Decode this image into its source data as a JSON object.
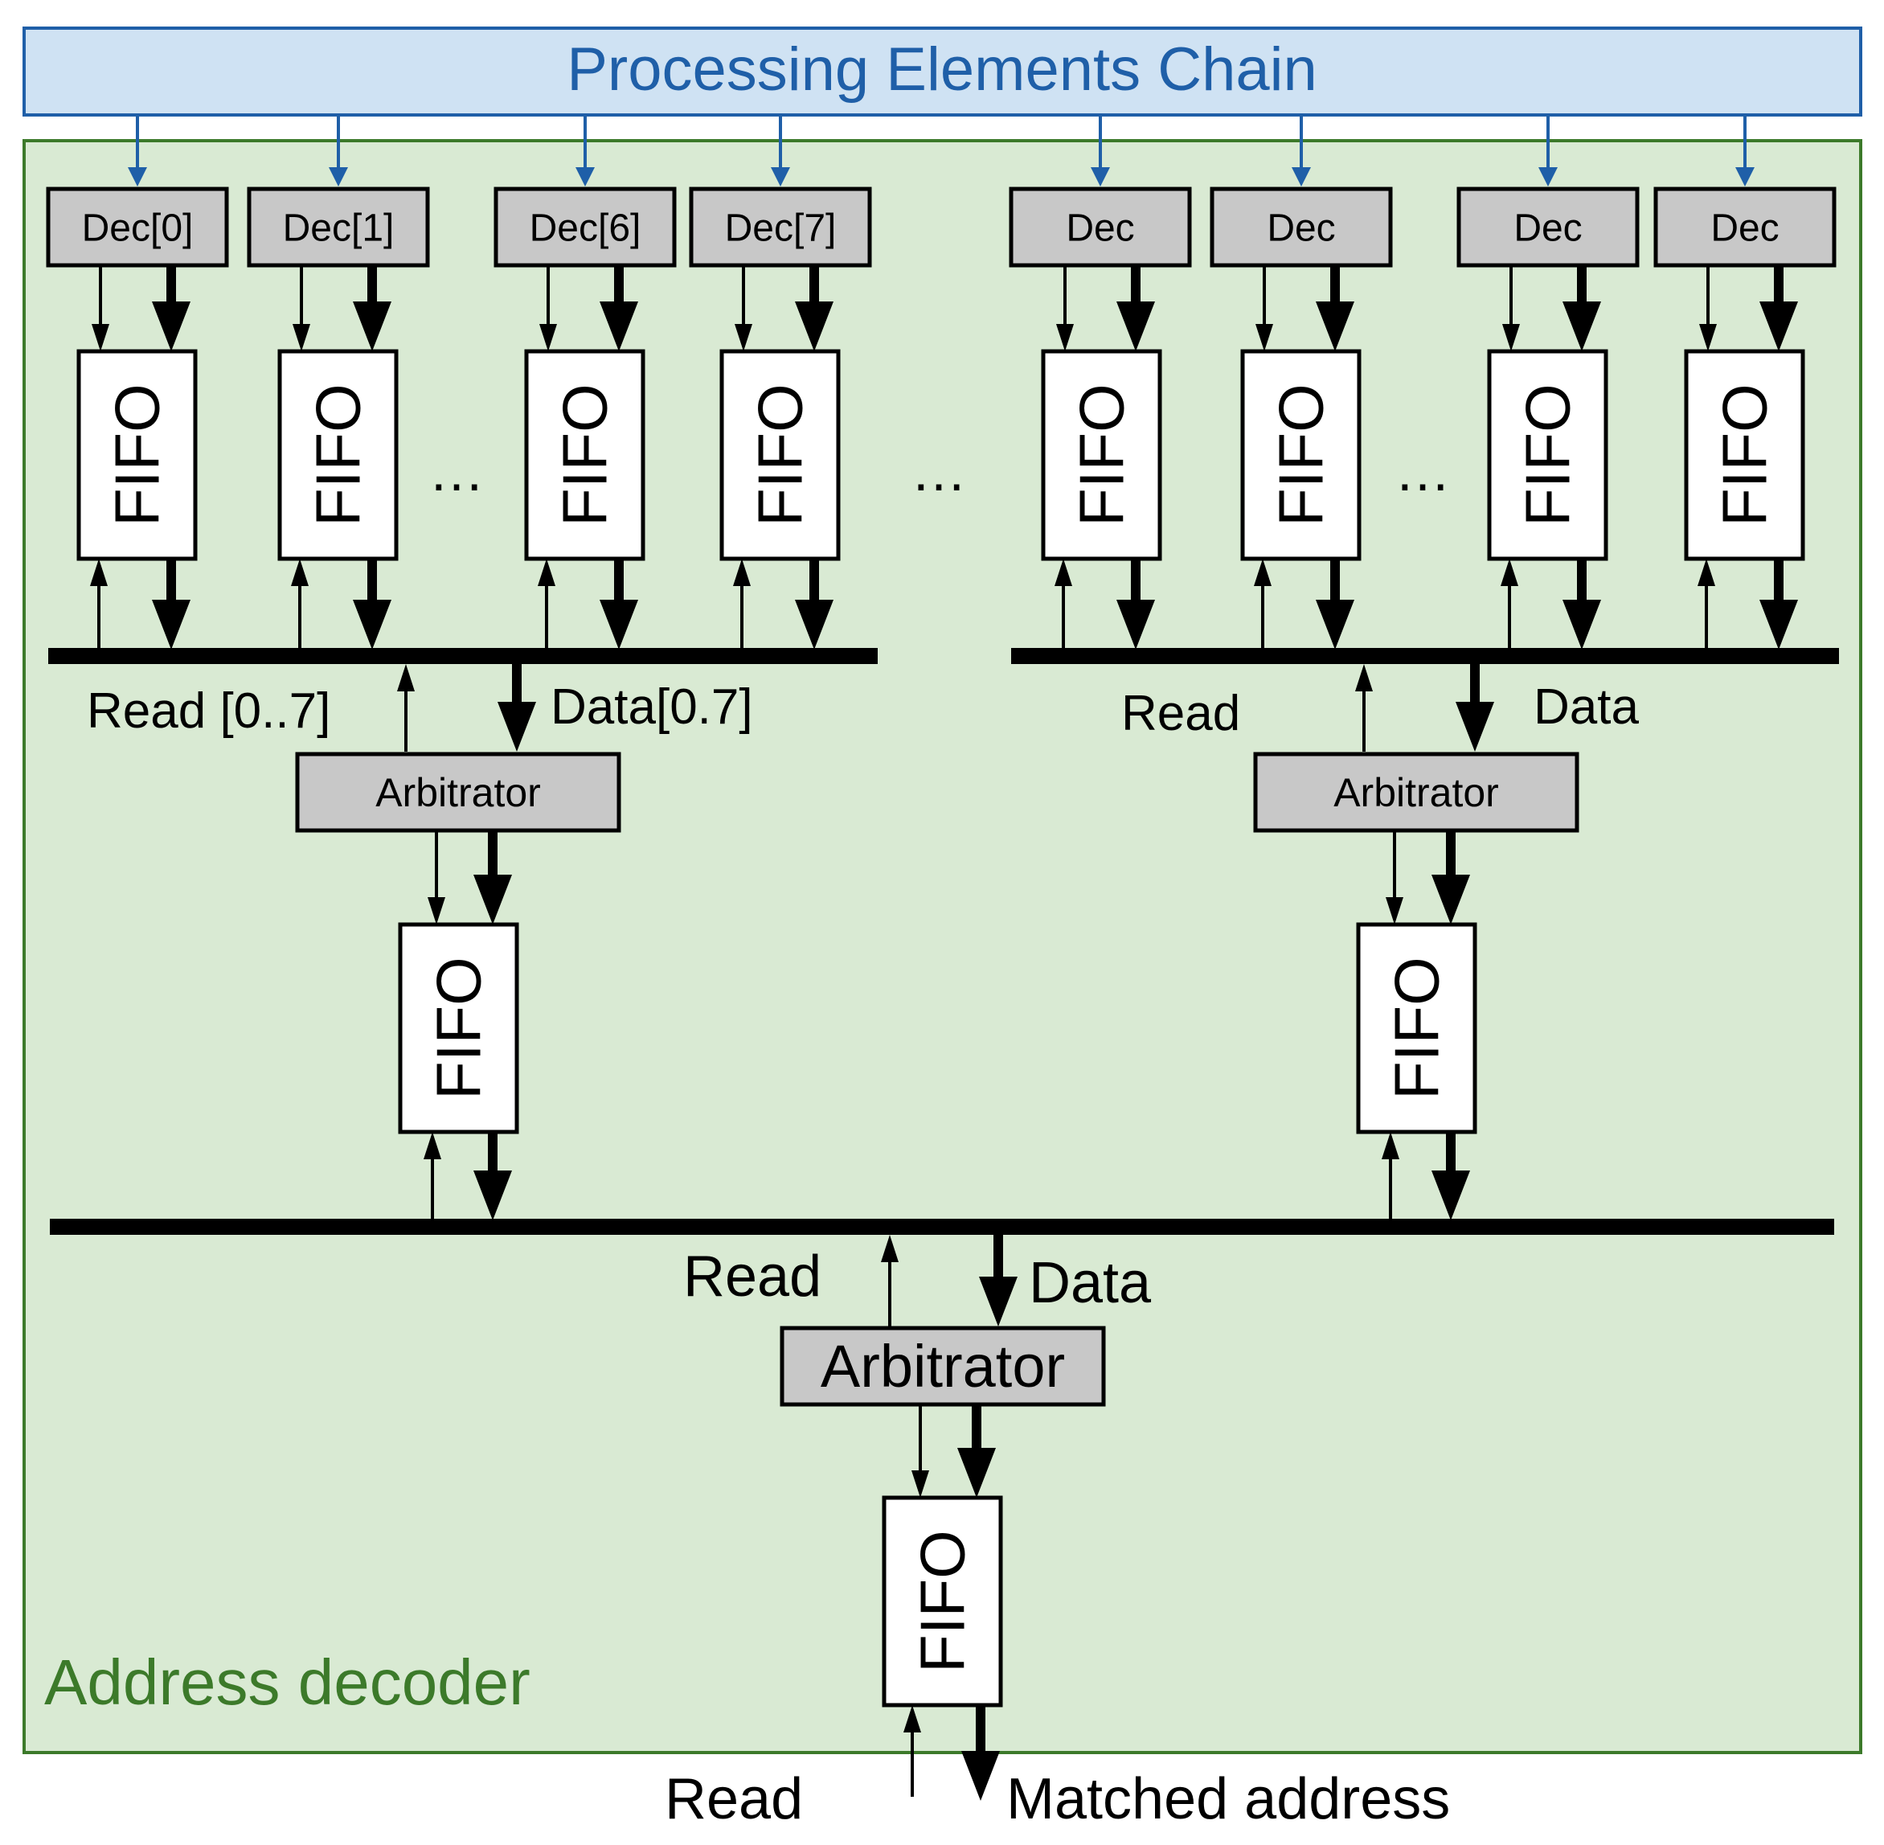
{
  "colors": {
    "chain_fill": "#cfe2f3",
    "chain_stroke": "#1f5fa8",
    "decoder_fill": "#d9ead3",
    "decoder_stroke": "#3c7a2a",
    "block_fill": "#c8c8c8",
    "fifo_fill": "#ffffff",
    "ink": "#000000"
  },
  "chain": {
    "label": "Processing Elements Chain"
  },
  "decoder": {
    "label": "Address decoder"
  },
  "dec_labels": [
    "Dec[0]",
    "Dec[1]",
    "Dec[6]",
    "Dec[7]",
    "Dec",
    "Dec",
    "Dec",
    "Dec"
  ],
  "fifo_label": "FIFO",
  "ellipsis": "…",
  "groups": [
    {
      "read_label": "Read [0..7]",
      "data_label": "Data[0.7]",
      "arbiter_label": "Arbitrator"
    },
    {
      "read_label": "Read",
      "data_label": "Data",
      "arbiter_label": "Arbitrator"
    }
  ],
  "final_stage": {
    "read_label": "Read",
    "data_label": "Data",
    "arbiter_label": "Arbitrator"
  },
  "output": {
    "read_label": "Read",
    "matched_label": "Matched address"
  }
}
